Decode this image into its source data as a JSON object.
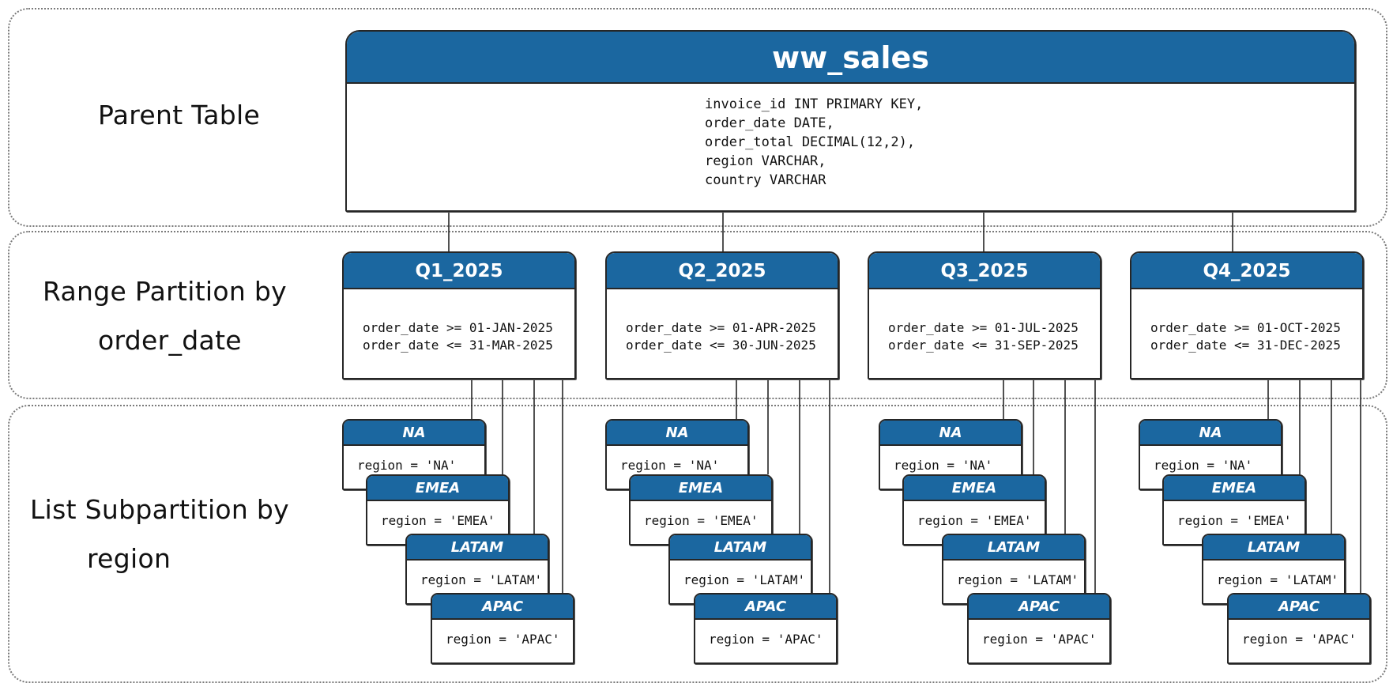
{
  "row_labels": {
    "parent": "Parent Table",
    "range": [
      "Range Partition by",
      "order_date"
    ],
    "list": [
      "List Subpartition by",
      "region"
    ]
  },
  "parent_table": {
    "name": "ww_sales",
    "columns": [
      "invoice_id INT PRIMARY KEY,",
      "order_date DATE,",
      "order_total DECIMAL(12,2),",
      "region VARCHAR,",
      "country VARCHAR"
    ]
  },
  "partitions": [
    {
      "name": "Q1_2025",
      "bounds": [
        "order_date >= 01-JAN-2025",
        "order_date <= 31-MAR-2025"
      ],
      "subpartitions": [
        {
          "name": "NA",
          "condition": "region = 'NA'"
        },
        {
          "name": "EMEA",
          "condition": "region = 'EMEA'"
        },
        {
          "name": "LATAM",
          "condition": "region = 'LATAM'"
        },
        {
          "name": "APAC",
          "condition": "region = 'APAC'"
        }
      ]
    },
    {
      "name": "Q2_2025",
      "bounds": [
        "order_date >= 01-APR-2025",
        "order_date <= 30-JUN-2025"
      ],
      "subpartitions": [
        {
          "name": "NA",
          "condition": "region = 'NA'"
        },
        {
          "name": "EMEA",
          "condition": "region = 'EMEA'"
        },
        {
          "name": "LATAM",
          "condition": "region = 'LATAM'"
        },
        {
          "name": "APAC",
          "condition": "region = 'APAC'"
        }
      ]
    },
    {
      "name": "Q3_2025",
      "bounds": [
        "order_date >= 01-JUL-2025",
        "order_date <= 31-SEP-2025"
      ],
      "subpartitions": [
        {
          "name": "NA",
          "condition": "region = 'NA'"
        },
        {
          "name": "EMEA",
          "condition": "region = 'EMEA'"
        },
        {
          "name": "LATAM",
          "condition": "region = 'LATAM'"
        },
        {
          "name": "APAC",
          "condition": "region = 'APAC'"
        }
      ]
    },
    {
      "name": "Q4_2025",
      "bounds": [
        "order_date >= 01-OCT-2025",
        "order_date <= 31-DEC-2025"
      ],
      "subpartitions": [
        {
          "name": "NA",
          "condition": "region = 'NA'"
        },
        {
          "name": "EMEA",
          "condition": "region = 'EMEA'"
        },
        {
          "name": "LATAM",
          "condition": "region = 'LATAM'"
        },
        {
          "name": "APAC",
          "condition": "region = 'APAC'"
        }
      ]
    }
  ],
  "colors": {
    "header_fill": "#1b67a0",
    "header_text": "#ffffff",
    "outline": "#262626",
    "band_border": "#7a7a7a"
  }
}
